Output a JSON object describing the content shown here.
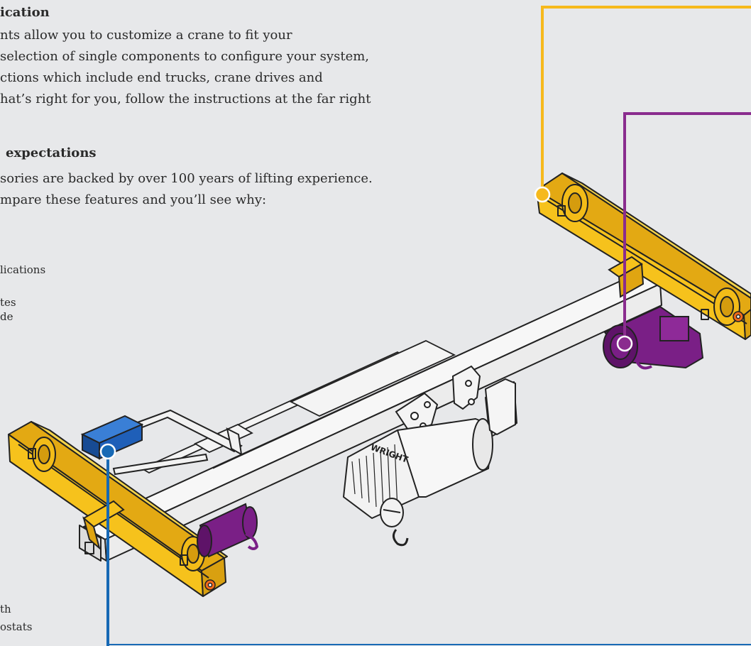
{
  "section1": {
    "heading": "ication",
    "lines": [
      "nts allow you to customize a crane to fit your",
      "selection of single components to configure your system,",
      "ctions which include end trucks, crane drives and",
      "hat’s right for you, follow the instructions at the far right"
    ]
  },
  "section2": {
    "heading": "expectations",
    "lines": [
      "sories are backed by over 100 years of lifting experience.",
      "mpare these features and you’ll see why:"
    ]
  },
  "feature_fragments": [
    "lications",
    "tes",
    "de",
    "th",
    "ostats"
  ],
  "hoist_brand": "WRIGHT",
  "colors": {
    "background": "#e7e8ea",
    "yellow_callout": "#f6b91c",
    "purple_callout": "#8a2c8e",
    "blue_callout": "#1769b5",
    "end_truck": "#f6c21c",
    "motor": "#7a1f86",
    "control_box": "#1f5fb8"
  }
}
